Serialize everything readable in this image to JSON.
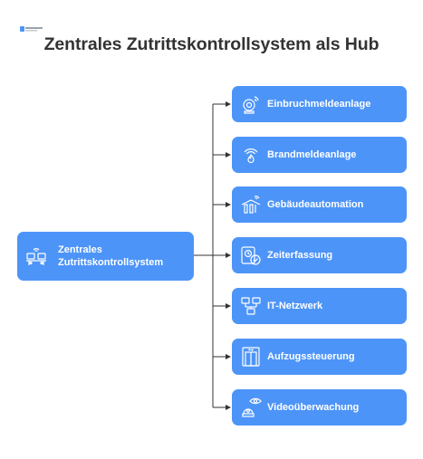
{
  "diagram": {
    "title": "Zentrales Zutrittskontrollsystem als Hub",
    "hub": {
      "label": "Zentrales\nZutrittskontrollsystem",
      "icon": "access-control-desks-icon"
    },
    "targets": [
      {
        "label": "Einbruchmeldeanlage",
        "icon": "alarm-bell-icon"
      },
      {
        "label": "Brandmeldeanlage",
        "icon": "flame-alarm-icon"
      },
      {
        "label": "Gebäudeautomation",
        "icon": "building-automation-icon"
      },
      {
        "label": "Zeiterfassung",
        "icon": "clock-check-icon"
      },
      {
        "label": "IT-Netzwerk",
        "icon": "network-computers-icon"
      },
      {
        "label": "Aufzugssteuerung",
        "icon": "elevator-icon"
      },
      {
        "label": "Videoüberwachung",
        "icon": "camera-eye-icon"
      }
    ],
    "colors": {
      "node": "#4d94f8",
      "title": "#333333",
      "connector": "#333333"
    }
  }
}
